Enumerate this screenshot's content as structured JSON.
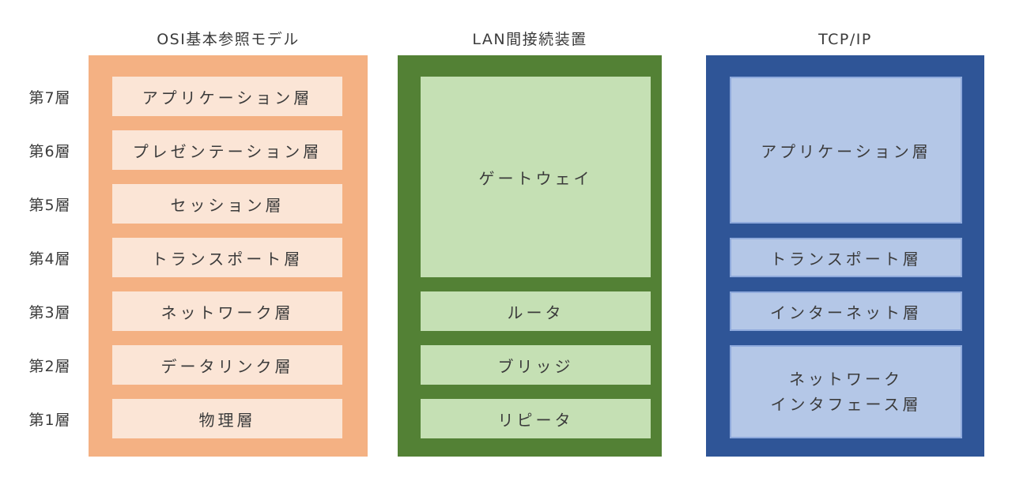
{
  "rows": {
    "labels": [
      "第7層",
      "第6層",
      "第5層",
      "第4層",
      "第3層",
      "第2層",
      "第1層"
    ]
  },
  "osi": {
    "title": "OSI基本参照モデル",
    "layers": [
      "アプリケーション層",
      "プレゼンテーション層",
      "セッション層",
      "トランスポート層",
      "ネットワーク層",
      "データリンク層",
      "物理層"
    ],
    "colors": {
      "frame": "#F4B183",
      "box": "#FBE5D6"
    }
  },
  "lan": {
    "title": "LAN間接続装置",
    "devices": [
      "ゲートウェイ",
      "ルータ",
      "ブリッジ",
      "リピータ"
    ],
    "colors": {
      "frame": "#538135",
      "box": "#C5E0B4"
    }
  },
  "tcpip": {
    "title": "TCP/IP",
    "layers": [
      "アプリケーション層",
      "トランスポート層",
      "インターネット層",
      "ネットワーク\nインタフェース層"
    ],
    "colors": {
      "frame": "#2F5597",
      "box": "#B4C7E7",
      "box_border": "#8FAADC"
    }
  },
  "text_color": "#3B3B3B",
  "background": "#FFFFFF"
}
